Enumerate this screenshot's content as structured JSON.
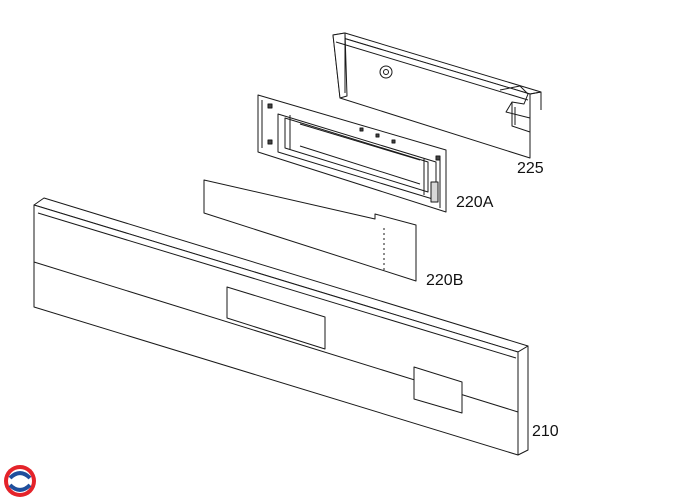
{
  "callouts": {
    "part_225": "225",
    "part_220a": "220A",
    "part_220b": "220B",
    "part_210": "210"
  },
  "logo": {
    "colors": [
      "#e4232a",
      "#1f4f9c"
    ]
  }
}
